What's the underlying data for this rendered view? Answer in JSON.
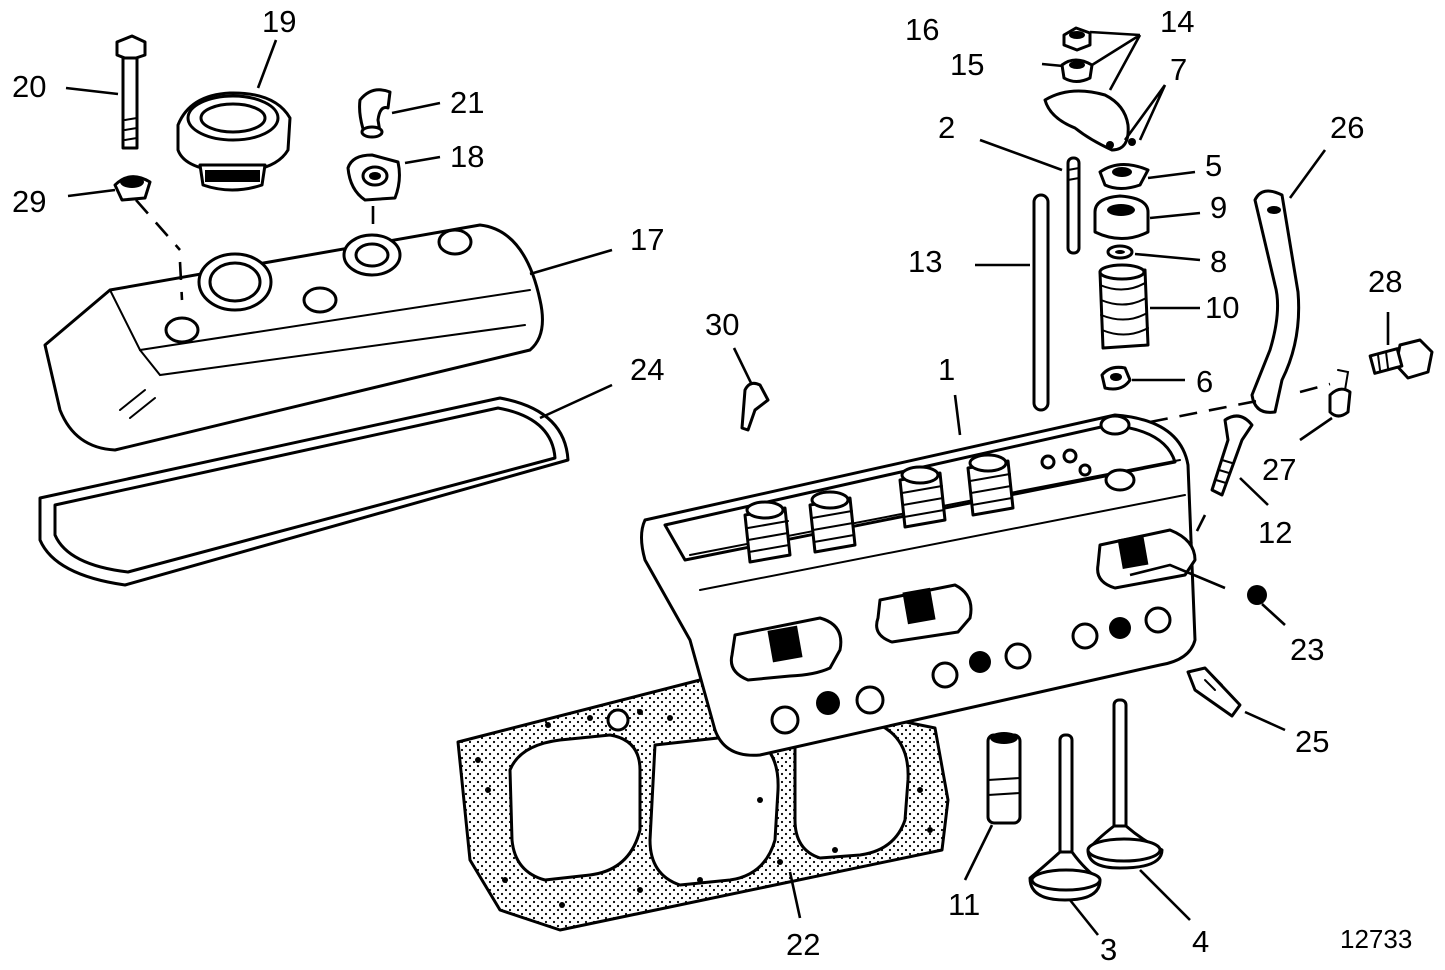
{
  "figure_number": "12733",
  "callouts": [
    {
      "id": "c1",
      "label": "1"
    },
    {
      "id": "c2",
      "label": "2"
    },
    {
      "id": "c3",
      "label": "3"
    },
    {
      "id": "c4",
      "label": "4"
    },
    {
      "id": "c5",
      "label": "5"
    },
    {
      "id": "c6",
      "label": "6"
    },
    {
      "id": "c7",
      "label": "7"
    },
    {
      "id": "c8",
      "label": "8"
    },
    {
      "id": "c9",
      "label": "9"
    },
    {
      "id": "c10",
      "label": "10"
    },
    {
      "id": "c11",
      "label": "11"
    },
    {
      "id": "c12",
      "label": "12"
    },
    {
      "id": "c13",
      "label": "13"
    },
    {
      "id": "c14",
      "label": "14"
    },
    {
      "id": "c15",
      "label": "15"
    },
    {
      "id": "c16",
      "label": "16"
    },
    {
      "id": "c17",
      "label": "17"
    },
    {
      "id": "c18",
      "label": "18"
    },
    {
      "id": "c19",
      "label": "19"
    },
    {
      "id": "c20",
      "label": "20"
    },
    {
      "id": "c21",
      "label": "21"
    },
    {
      "id": "c22",
      "label": "22"
    },
    {
      "id": "c23",
      "label": "23"
    },
    {
      "id": "c24",
      "label": "24"
    },
    {
      "id": "c25",
      "label": "25"
    },
    {
      "id": "c26",
      "label": "26"
    },
    {
      "id": "c27",
      "label": "27"
    },
    {
      "id": "c28",
      "label": "28"
    },
    {
      "id": "c29",
      "label": "29"
    },
    {
      "id": "c30",
      "label": "30"
    }
  ]
}
